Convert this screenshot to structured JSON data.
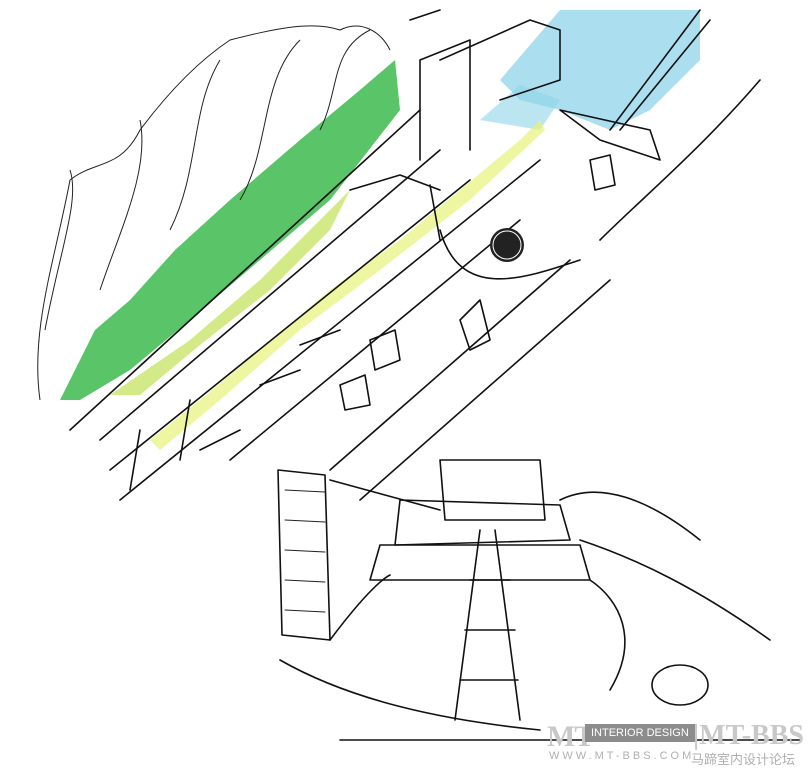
{
  "image": {
    "subject": "architectural-sketch",
    "colors": {
      "ink": "#111111",
      "vegetation": "#2bb24c",
      "vegetation_light": "#c9e36a",
      "glass": "#8fd3ea"
    }
  },
  "watermark": {
    "logo": "MT",
    "tagline": "INTERIOR DESIGN",
    "brand": "|MT-BBS",
    "url": "WWW.MT-BBS.COM",
    "chinese": "马蹄室内设计论坛"
  }
}
